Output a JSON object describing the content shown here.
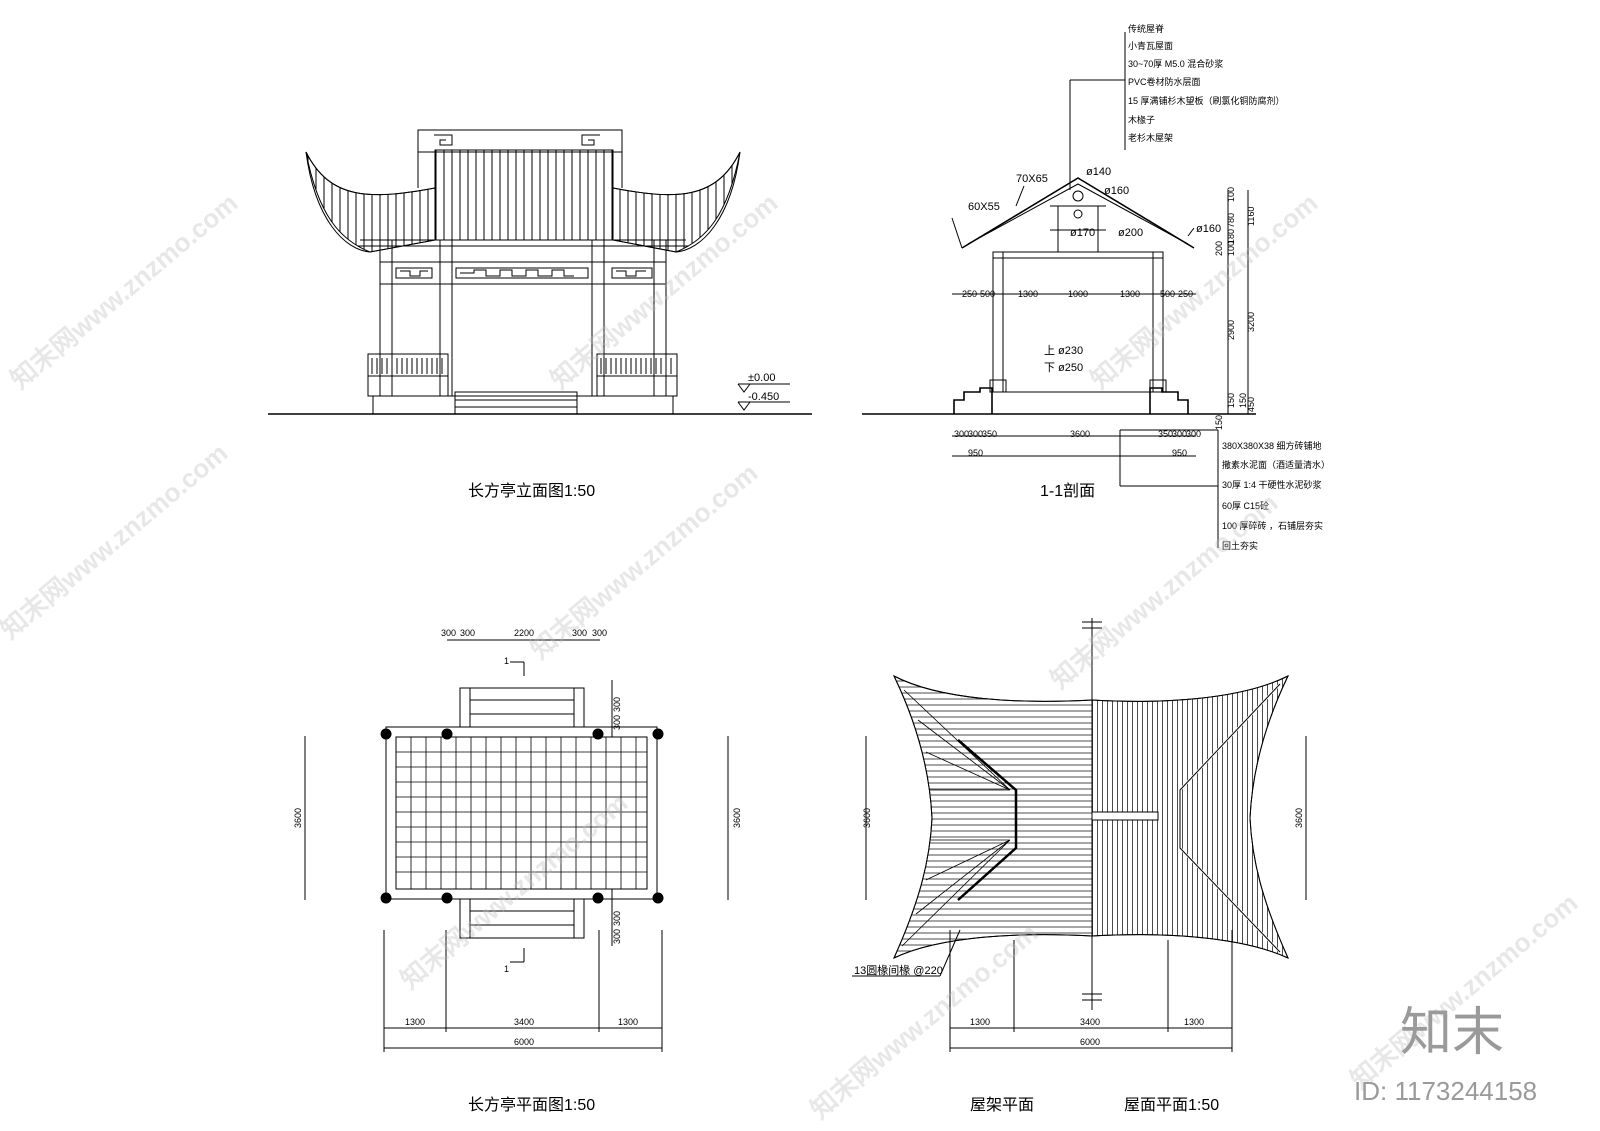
{
  "titles": {
    "elevation": "长方亭立面图1:50",
    "section": "1-1剖面",
    "plan": "长方亭平面图1:50",
    "frame": "屋架平面",
    "roof": "屋面平面1:50"
  },
  "elevation": {
    "level_top": "±0.00",
    "level_bottom": "-0.450"
  },
  "section": {
    "roof_layers": [
      "传统屋脊",
      "小青瓦屋面",
      "30~70厚 M5.0 混合砂浆",
      "PVC卷材防水层面",
      "15 厚满铺杉木望板（刷氯化铜防腐剂）",
      "木椽子",
      "老杉木屋架"
    ],
    "roof_labels": [
      "70X65",
      "60X55",
      "ø140",
      "ø160",
      "ø170",
      "ø200",
      "ø160"
    ],
    "column_labels": [
      "上 ø230",
      "下 ø250"
    ],
    "horiz_dims": [
      "250",
      "500",
      "1300",
      "1000",
      "1300",
      "500",
      "250"
    ],
    "base_dims": [
      "300",
      "300",
      "350",
      "3600",
      "350",
      "300",
      "300"
    ],
    "base_totals": [
      "950",
      "950"
    ],
    "vert_dims": [
      "100",
      "780",
      "180",
      "100",
      "200",
      "2900",
      "150",
      "150"
    ],
    "vert_totals": [
      "1160",
      "3200",
      "150",
      "450"
    ],
    "floor_layers": [
      "380X380X38 细方砖铺地",
      "撒素水泥面（酒适量清水）",
      "30厚 1:4 干硬性水泥砂浆",
      "60厚 C15砼",
      "100 厚碎砖 ，石铺层夯实",
      "回土夯实"
    ]
  },
  "plan": {
    "top_dims": [
      "300",
      "300",
      "2200",
      "300",
      "300"
    ],
    "section_mark": "1",
    "side_dims": [
      "300",
      "300"
    ],
    "height": "3600",
    "bottom_dims": [
      "1300",
      "3400",
      "1300"
    ],
    "total": "6000"
  },
  "roof_plan": {
    "height": "3600",
    "rafter_note": "13圆椽间椽 @220",
    "bottom_dims": [
      "1300",
      "3400",
      "1300"
    ],
    "total": "6000"
  },
  "watermark": {
    "text": "知末网www.znzmo.com",
    "logo": "知末",
    "id": "ID: 1173244158"
  }
}
